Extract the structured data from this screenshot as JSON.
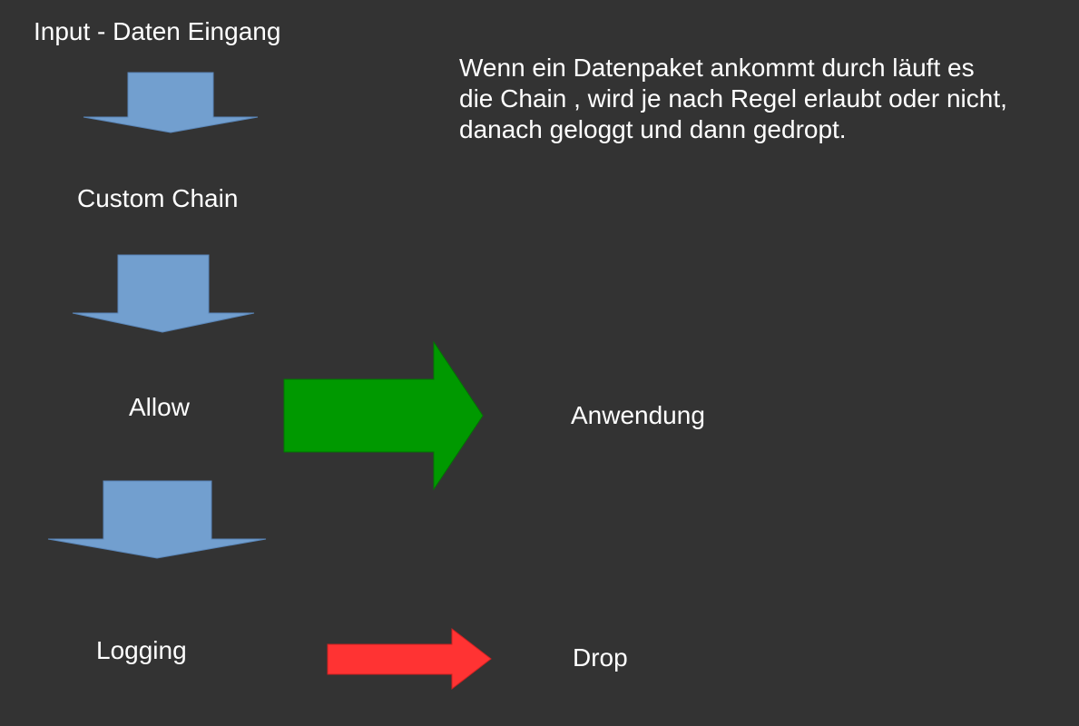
{
  "diagram": {
    "steps": [
      {
        "label": "Input - Daten Eingang"
      },
      {
        "label": "Custom Chain"
      },
      {
        "label": "Allow"
      },
      {
        "label": "Logging"
      }
    ],
    "targets": {
      "allow_target": "Anwendung",
      "logging_target": "Drop"
    },
    "description": [
      "Wenn ein Datenpaket ankommt durch läuft es",
      "die Chain , wird je nach Regel erlaubt oder nicht,",
      "danach geloggt und dann gedropt."
    ]
  },
  "colors": {
    "background": "#333333",
    "text": "#ffffff",
    "flow_arrow": "#729fcf",
    "allow_arrow": "#009900",
    "drop_arrow": "#ff3333"
  }
}
